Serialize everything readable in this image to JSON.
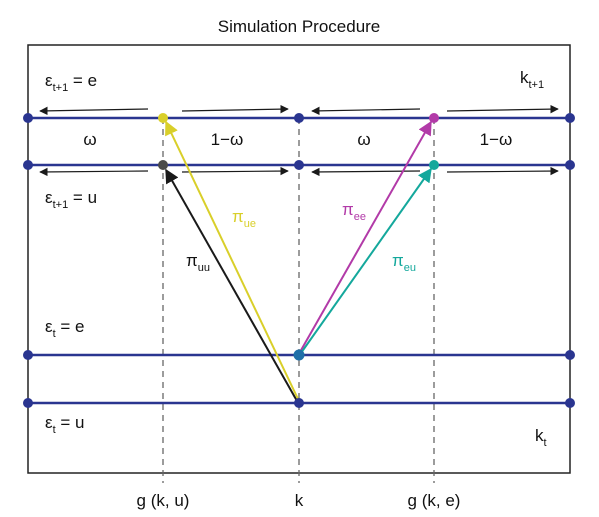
{
  "title": "Simulation Procedure",
  "colors": {
    "line": "#2a3590",
    "dot": "#2a3590",
    "dashed": "#666666",
    "frame": "#222222",
    "yellow": "#d9cf2a",
    "black": "#1a1a1a",
    "magenta": "#b23aa8",
    "teal": "#14a89c"
  },
  "labels": {
    "eps_t1_e": {
      "base": "ε",
      "sub": "t+1",
      "rest": " = e"
    },
    "eps_t1_u": {
      "base": "ε",
      "sub": "t+1",
      "rest": " = u"
    },
    "eps_t_e": {
      "base": "ε",
      "sub": "t",
      "rest": " = e"
    },
    "eps_t_u": {
      "base": "ε",
      "sub": "t",
      "rest": " = u"
    },
    "k_t1": {
      "base": "k",
      "sub": "t+1"
    },
    "k_t": {
      "base": "k",
      "sub": "t"
    },
    "omega_left": "ω",
    "one_minus_omega_left": "1−ω",
    "omega_right": "ω",
    "one_minus_omega_right": "1−ω",
    "pi_uu": {
      "base": "π",
      "sub": "uu"
    },
    "pi_ue": {
      "base": "π",
      "sub": "ue"
    },
    "pi_ee": {
      "base": "π",
      "sub": "ee"
    },
    "pi_eu": {
      "base": "π",
      "sub": "eu"
    }
  },
  "axis": {
    "g_ku": "g (k, u)",
    "k": "k",
    "g_ke": "g (k, e)"
  }
}
